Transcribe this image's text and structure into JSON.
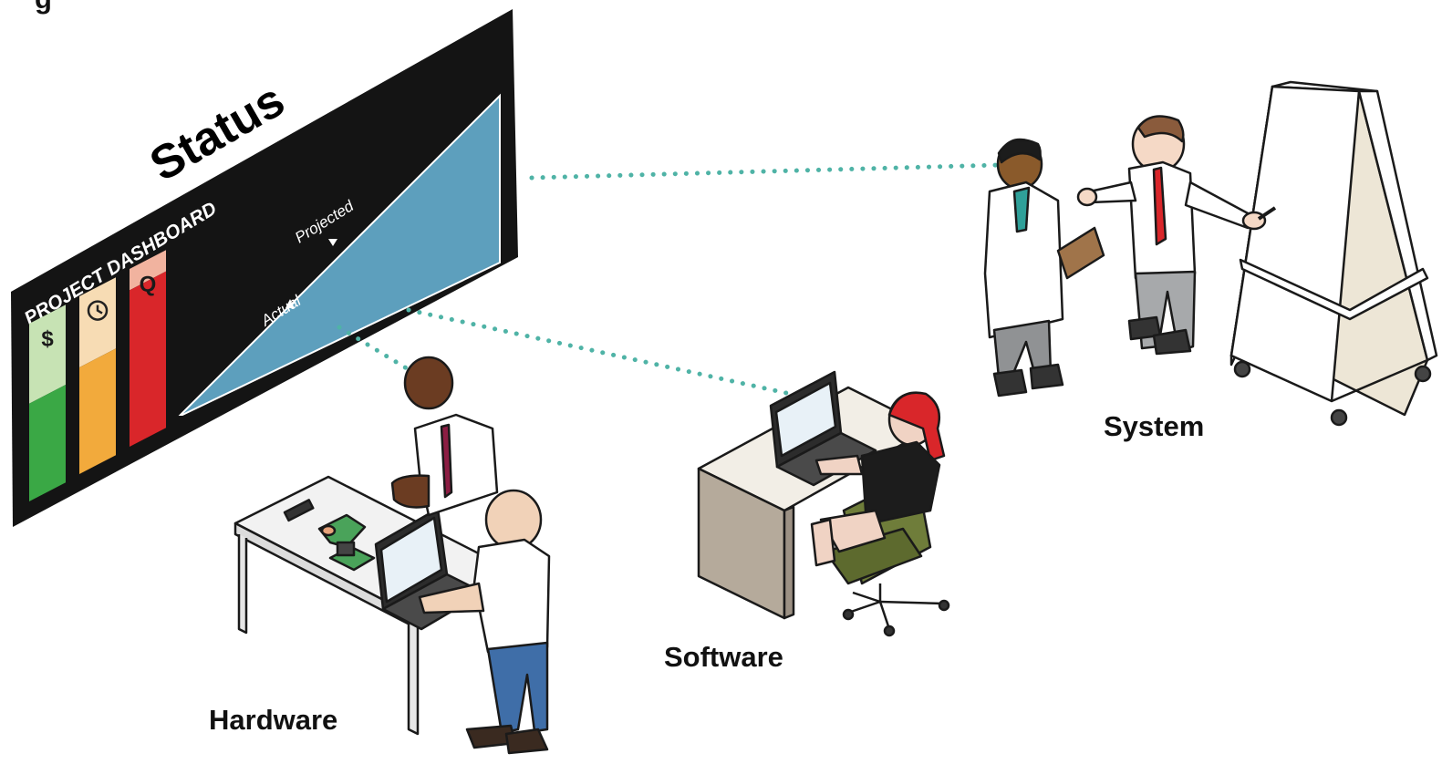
{
  "heading_fragment": "g",
  "dashboard": {
    "title": "Status",
    "subtitle": "PROJECT DASHBOARD",
    "indicators": [
      {
        "symbol": "$",
        "level_fraction": 0.55,
        "color_top": "#c7e3b4",
        "color_fill": "#3aa845"
      },
      {
        "symbol": "clock",
        "level_fraction": 0.6,
        "color_top": "#f7dcb4",
        "color_fill": "#f2aa3c"
      },
      {
        "symbol": "Q",
        "level_fraction": 0.88,
        "color_top": "#f1b39f",
        "color_fill": "#d9262a"
      }
    ],
    "chart": {
      "projected_label": "Projected",
      "actual_label": "Actual",
      "fill_color": "#5d9fbd"
    },
    "screen_color": "#141414"
  },
  "groups": {
    "system_label": "System",
    "software_label": "Software",
    "hardware_label": "Hardware"
  },
  "connector_color": "#4fb3a6"
}
